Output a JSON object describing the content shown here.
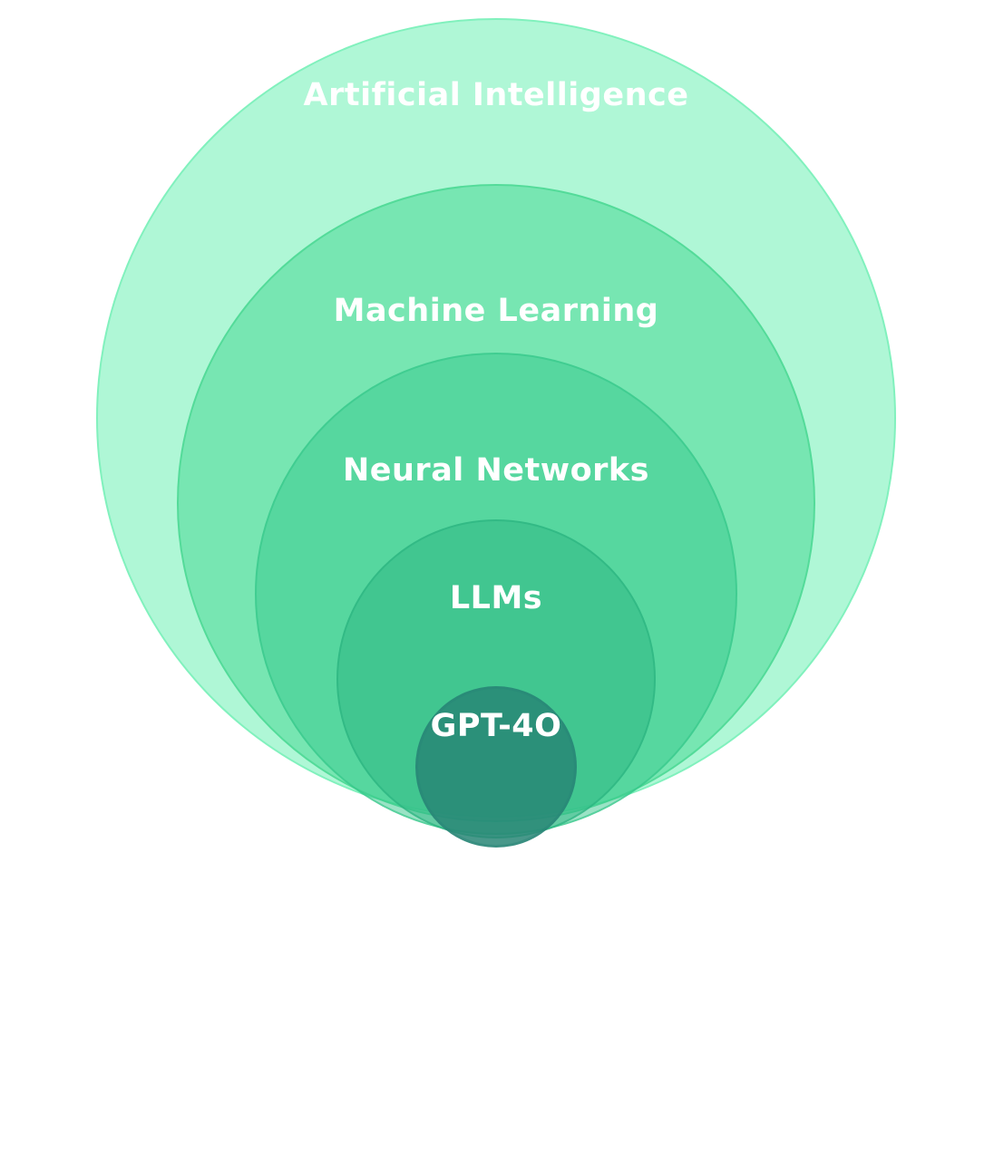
{
  "diagram": {
    "type": "nested-circles",
    "background_color": "#ffffff",
    "label_color": "#ffffff",
    "layers": [
      {
        "label": "Artificial Intelligence",
        "fill": "rgba(109,240,180,0.55)",
        "stroke": "rgba(109,240,180,0.70)",
        "ring_color_hex": "#aff6d5"
      },
      {
        "label": "Machine Learning",
        "fill": "rgba(64,214,142,0.50)",
        "stroke": "rgba(64,214,142,0.65)",
        "ring_color_hex": "#77e6b2"
      },
      {
        "label": "Neural Networks",
        "fill": "rgba(53,200,139,0.50)",
        "stroke": "rgba(53,200,139,0.65)",
        "ring_color_hex": "#56d79e"
      },
      {
        "label": "LLMs",
        "fill": "rgba(43,182,129,0.50)",
        "stroke": "rgba(43,182,129,0.65)",
        "ring_color_hex": "#41c790"
      },
      {
        "label": "GPT-4O",
        "fill": "rgba(40,134,117,0.85)",
        "stroke": "rgba(40,134,117,0.45)",
        "ring_color_hex": "#2c9079"
      }
    ]
  }
}
